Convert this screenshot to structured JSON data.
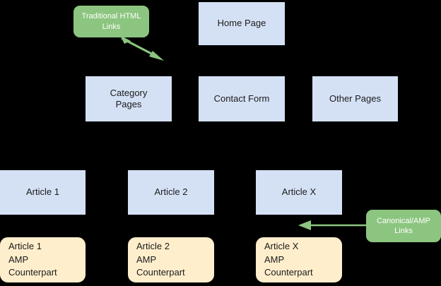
{
  "diagram": {
    "background_color": "#000000",
    "page_box_color": "#d4e1f5",
    "amp_box_color": "#ffeecc",
    "callout_color": "#8cc57f",
    "arrow_color": "#8cc57f",
    "text_color": "#1b1b1b",
    "callout_text_color": "#ffffff"
  },
  "callouts": [
    {
      "label": "Traditional HTML\nLinks"
    },
    {
      "label": "Canonical/AMP\nLinks"
    }
  ],
  "top_row": [
    {
      "label": "Home Page"
    }
  ],
  "second_row": [
    {
      "label": "Category\nPages"
    },
    {
      "label": "Contact Form"
    },
    {
      "label": "Other Pages"
    }
  ],
  "article_row": [
    {
      "label": "Article 1"
    },
    {
      "label": "Article 2"
    },
    {
      "label": "Article X"
    }
  ],
  "amp_row": [
    {
      "label": "Article 1\nAMP\nCounterpart"
    },
    {
      "label": "Article 2\nAMP\nCounterpart"
    },
    {
      "label": "Article X\nAMP\nCounterpart"
    }
  ]
}
